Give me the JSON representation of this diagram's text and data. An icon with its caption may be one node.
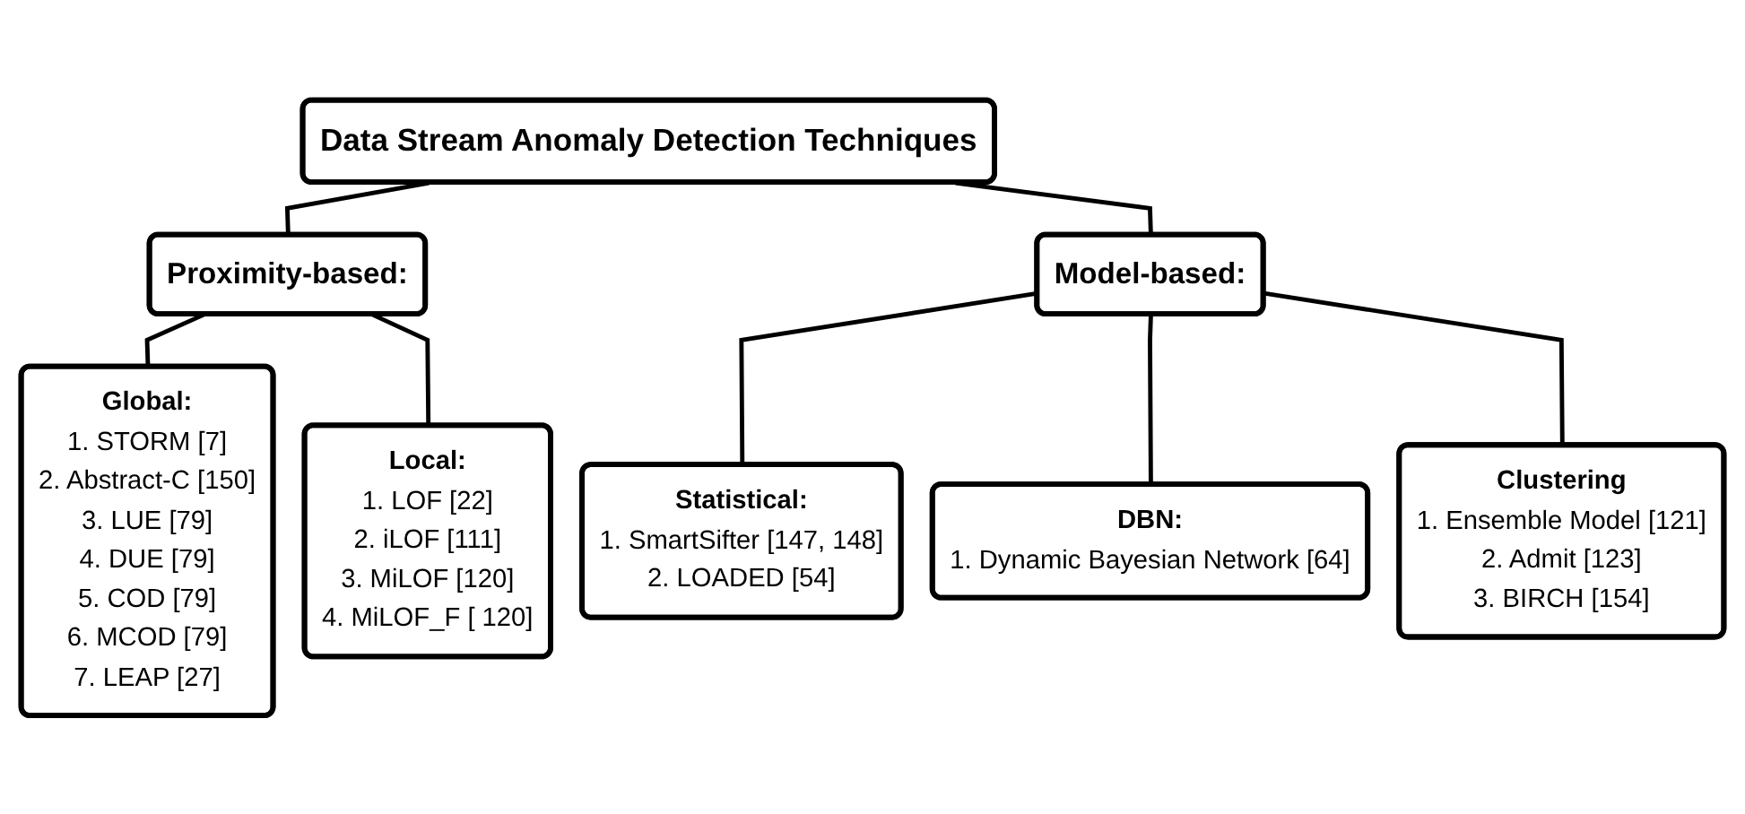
{
  "diagram": {
    "nodes": [
      {
        "text": [
          "Data Stream Anomaly Detection Techniques"
        ]
      },
      {
        "text": [
          "Proximity-based:"
        ]
      },
      {
        "text": [
          "Model-based:"
        ]
      },
      {
        "text": [
          "Global:",
          "1. STORM [7]",
          "2. Abstract-C [150]",
          "3. LUE [79]",
          "4. DUE [79]",
          "5. COD [79]",
          "6. MCOD [79]",
          "7. LEAP [27]"
        ]
      },
      {
        "text": [
          "Local:",
          "1. LOF [22]",
          "2. iLOF [111]",
          "3. MiLOF [120]",
          "4. MiLOF_F [ 120]"
        ]
      },
      {
        "text": [
          "Statistical:",
          "1. SmartSifter [147, 148]",
          "2. LOADED [54]"
        ]
      },
      {
        "text": [
          "DBN:",
          "1. Dynamic Bayesian Network [64]"
        ]
      },
      {
        "text": [
          "Clustering",
          "1. Ensemble Model [121]",
          "2. Admit [123]",
          "3. BIRCH [154]"
        ]
      }
    ],
    "edges": [
      {
        "from": 0,
        "to": 1,
        "arrow": "none"
      },
      {
        "from": 0,
        "to": 2,
        "arrow": "none"
      },
      {
        "from": 1,
        "to": 3,
        "arrow": "none"
      },
      {
        "from": 1,
        "to": 4,
        "arrow": "none"
      },
      {
        "from": 2,
        "to": 5,
        "arrow": "none"
      },
      {
        "from": 2,
        "to": 6,
        "arrow": "none"
      },
      {
        "from": 2,
        "to": 7,
        "arrow": "none"
      }
    ]
  }
}
